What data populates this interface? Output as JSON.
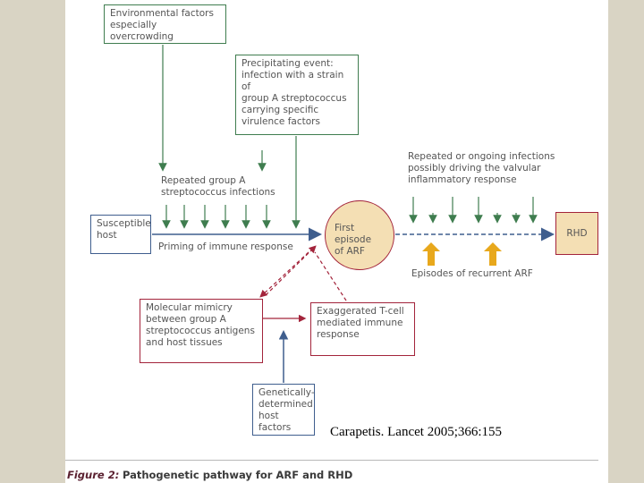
{
  "boxes": {
    "environmental": "Environmental factors\nespecially overcrowding",
    "precipitating": "Precipitating event:\ninfection with a strain of\ngroup A streptococcus\ncarrying specific\nvirulence factors",
    "susceptible": "Susceptible\nhost",
    "mimicry": "Molecular mimicry\nbetween group A\nstreptococcus antigens\nand host tissues",
    "tcell": "Exaggerated T-cell\nmediated immune\nresponse",
    "genetic": "Genetically-\ndetermined\nhost factors",
    "first_episode": "First episode\nof ARF",
    "rhd": "RHD"
  },
  "labels": {
    "repeated_gas": "Repeated group A\nstreptococcus infections",
    "priming": "Priming of immune response",
    "repeated_ongoing": "Repeated or ongoing infections\npossibly driving the valvular\ninflammatory response",
    "recurrent": "Episodes of recurrent ARF"
  },
  "citation": "Carapetis. Lancet 2005;366:155",
  "caption": {
    "figure": "Figure 2:",
    "text": "Pathogenetic pathway for ARF and RHD"
  },
  "colors": {
    "green": "#3f7d4f",
    "blue": "#3f5e8e",
    "red": "#a3243b",
    "amber": "#e8a81c",
    "fill": "#f4dfb4"
  }
}
